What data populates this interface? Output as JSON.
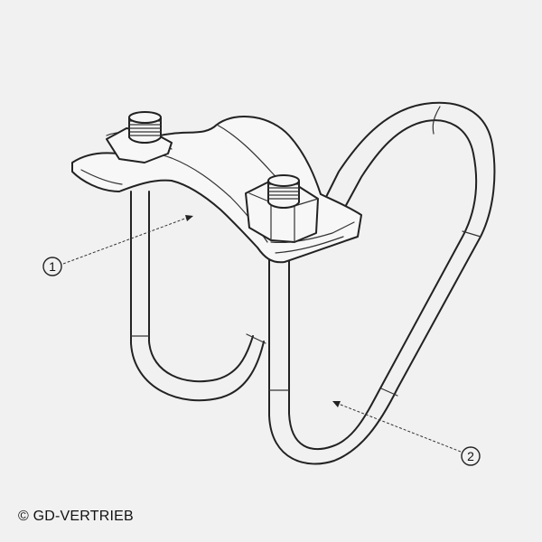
{
  "callouts": [
    {
      "label": "1"
    },
    {
      "label": "2"
    }
  ],
  "copyright": "© GD-VERTRIEB"
}
